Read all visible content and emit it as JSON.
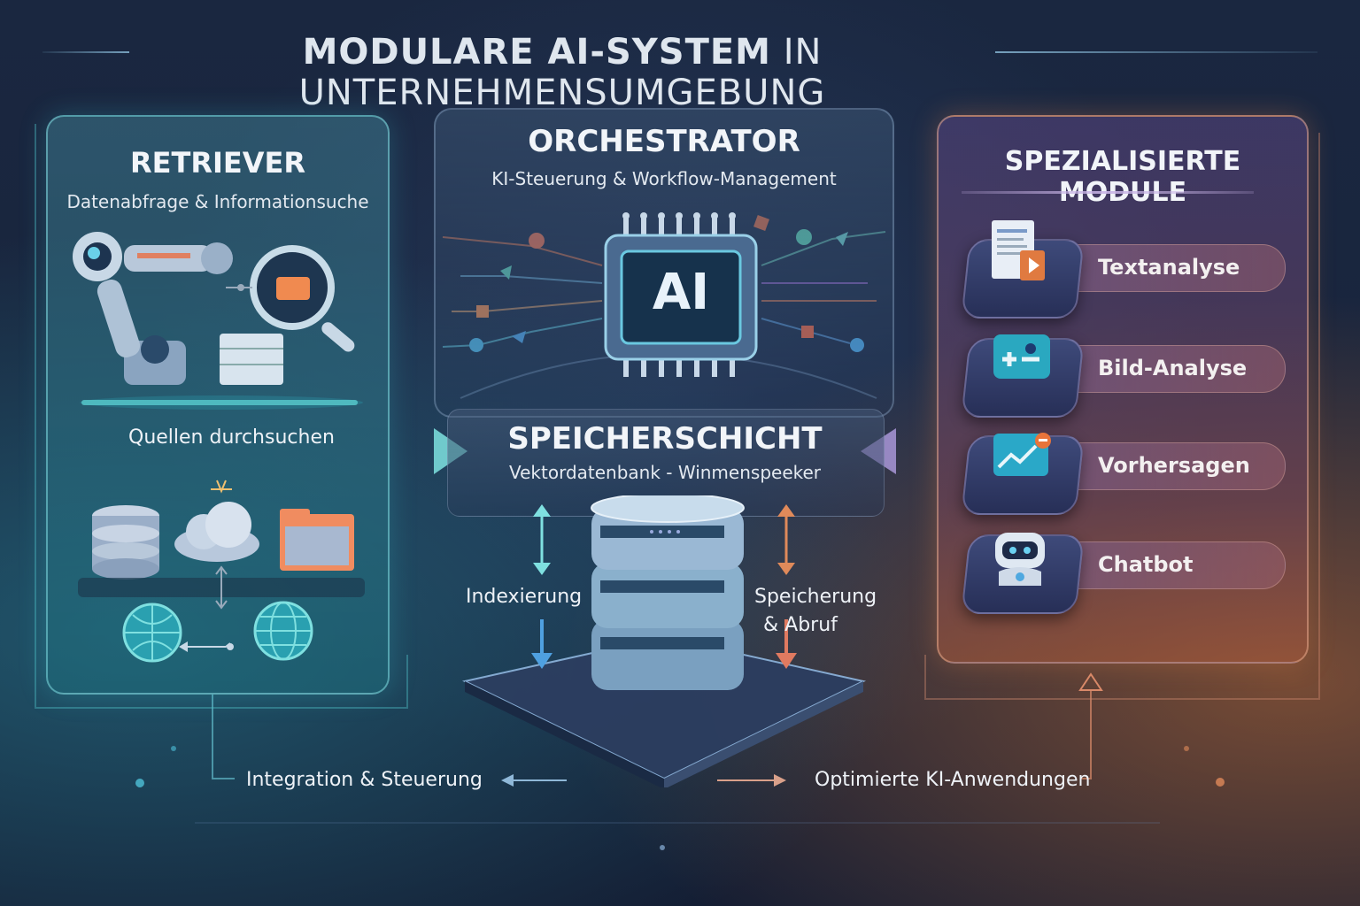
{
  "title": {
    "bold": "MODULARE AI-SYSTEM",
    "rest": " IN UNTERNEHMENSUMGEBUNG"
  },
  "retriever": {
    "heading": "RETRIEVER",
    "subtitle": "Datenabfrage & Informationsuche",
    "search_label": "Quellen durchsuchen"
  },
  "orchestrator": {
    "heading": "ORCHESTRATOR",
    "subtitle": "KI-Steuerung & Workflow-Management",
    "chip_label": "AI"
  },
  "storage": {
    "heading": "SPEICHERSCHICHT",
    "subtitle": "Vektordatenbank - Winmenspeeker",
    "left_label": "Indexierung",
    "right_label_1": "Speicherung",
    "right_label_2": "& Abruf"
  },
  "modules": {
    "heading": "SPEZIALISIERTE MODULE",
    "items": [
      {
        "label": "Textanalyse",
        "icon": "document-icon"
      },
      {
        "label": "Bild-Analyse",
        "icon": "image-analysis-icon"
      },
      {
        "label": "Vorhersagen",
        "icon": "chart-trend-icon"
      },
      {
        "label": "Chatbot",
        "icon": "robot-icon"
      }
    ]
  },
  "bottom": {
    "left_label": "Integration & Steuerung",
    "right_label": "Optimierte KI-Anwendungen"
  },
  "colors": {
    "teal": "#3fc7c8",
    "orange": "#e88a4a",
    "blue_bg": "#1a2740",
    "purple": "#7a5ea8"
  }
}
